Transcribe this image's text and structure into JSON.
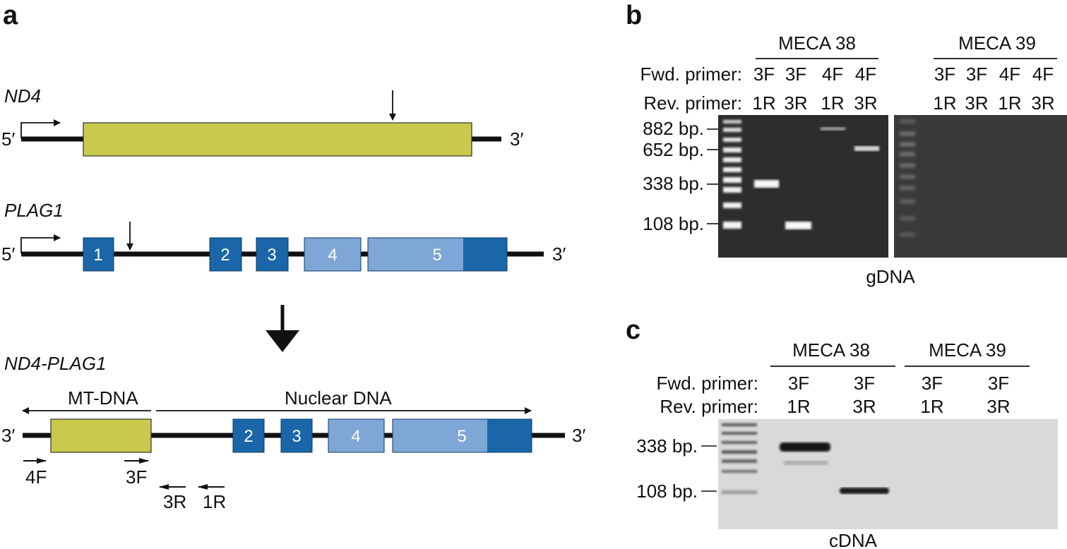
{
  "panels": {
    "a": "a",
    "b": "b",
    "c": "c"
  },
  "panel_a": {
    "nd4": {
      "title": "ND4",
      "five": "5′",
      "three": "3′"
    },
    "plag1": {
      "title": "PLAG1",
      "five": "5′",
      "three": "3′",
      "exons": [
        "1",
        "2",
        "3",
        "4",
        "5"
      ]
    },
    "fusion": {
      "title": "ND4-PLAG1",
      "left_end": "3′",
      "right_end": "3′",
      "mt_label": "MT-DNA",
      "nuclear_label": "Nuclear DNA",
      "exons": [
        "2",
        "3",
        "4",
        "5"
      ],
      "primers": {
        "f4": "4F",
        "f3": "3F",
        "r3": "3R",
        "r1": "1R"
      }
    }
  },
  "panel_b": {
    "group1": "MECA 38",
    "group2": "MECA 39",
    "fwd_label": "Fwd. primer:",
    "rev_label": "Rev. primer:",
    "fwd": [
      "3F",
      "3F",
      "4F",
      "4F"
    ],
    "rev": [
      "1R",
      "3R",
      "1R",
      "3R"
    ],
    "sizes": [
      "882 bp.",
      "652 bp.",
      "338 bp.",
      "108 bp."
    ],
    "caption": "gDNA"
  },
  "panel_c": {
    "group1": "MECA 38",
    "group2": "MECA 39",
    "fwd_label": "Fwd. primer:",
    "rev_label": "Rev. primer:",
    "fwd": [
      "3F",
      "3F"
    ],
    "rev": [
      "1R",
      "3R"
    ],
    "sizes": [
      "338 bp.",
      "108 bp."
    ],
    "caption": "cDNA"
  },
  "colors": {
    "nd4_box": "#c9c94c",
    "exon_dark": "#1a66a8",
    "exon_light": "#7ea6d6",
    "gel_bg": "#2b2b2b",
    "gel_bg_c": "#d9d9d9"
  }
}
